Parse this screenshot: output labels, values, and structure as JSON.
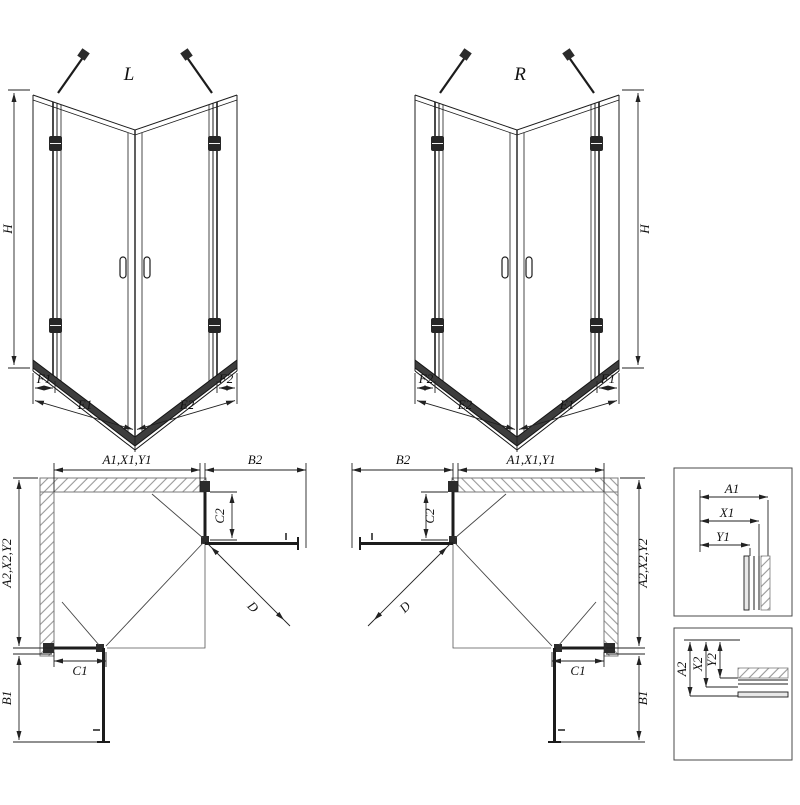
{
  "colors": {
    "line": "#1c1c1c",
    "dimension": "#222222",
    "hatch": "#999999",
    "tray": "#3d3d3d",
    "background": "#ffffff"
  },
  "perspective_left": {
    "title": "L",
    "h": "H",
    "f1": "F1",
    "e1": "E1",
    "e2": "E2",
    "f2": "F2"
  },
  "perspective_right": {
    "title": "R",
    "h": "H",
    "f1": "F1",
    "e1": "E1",
    "e2": "E2",
    "f2": "F2"
  },
  "plan_left": {
    "a1": "A1,X1,Y1",
    "b2": "B2",
    "c2": "C2",
    "a2": "A2,X2,Y2",
    "c1": "C1",
    "b1": "B1",
    "d": "D"
  },
  "plan_right": {
    "a1": "A1,X1,Y1",
    "b2": "B2",
    "c2": "C2",
    "a2": "A2,X2,Y2",
    "c1": "C1",
    "b1": "B1",
    "d": "D"
  },
  "detail_top": {
    "labels": [
      "A1",
      "X1",
      "Y1"
    ]
  },
  "detail_bottom": {
    "labels": [
      "A2",
      "X2",
      "Y2"
    ]
  }
}
